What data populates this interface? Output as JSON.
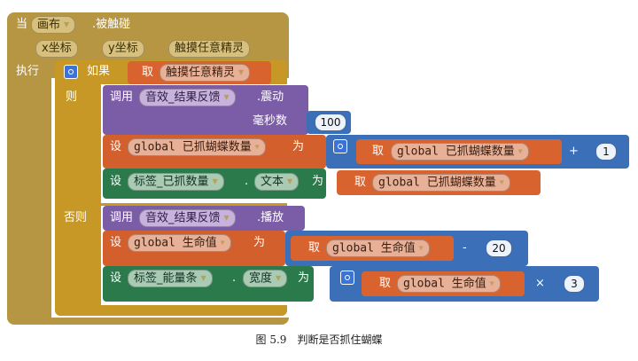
{
  "event": {
    "prefix": "当",
    "component": "画布",
    "suffix": ".被触碰",
    "params": [
      "x坐标",
      "y坐标",
      "触摸任意精灵"
    ],
    "do_label": "执行"
  },
  "if_block": {
    "if_label": "如果",
    "then_label": "则",
    "else_label": "否则"
  },
  "condition": {
    "get_label": "取",
    "var": "触摸任意精灵"
  },
  "vibrate": {
    "call_label": "调用",
    "component": "音效_结果反馈",
    "method": ".震动",
    "arg_label": "毫秒数",
    "arg_value": "100"
  },
  "set_count": {
    "set_label": "设",
    "var": "global 已抓蝴蝶数量",
    "to_label": "为",
    "get_label": "取",
    "get_var": "global 已抓蝴蝶数量",
    "op": "+",
    "value": "1"
  },
  "set_label_text": {
    "set_label": "设",
    "component": "标签_已抓数量",
    "dot": ".",
    "prop": "文本",
    "to_label": "为",
    "get_label": "取",
    "get_var": "global 已抓蝴蝶数量"
  },
  "play_sound": {
    "call_label": "调用",
    "component": "音效_结果反馈",
    "method": ".播放"
  },
  "set_life": {
    "set_label": "设",
    "var": "global 生命值",
    "to_label": "为",
    "get_label": "取",
    "get_var": "global 生命值",
    "op": "-",
    "value": "20"
  },
  "set_width": {
    "set_label": "设",
    "component": "标签_能量条",
    "dot": ".",
    "prop": "宽度",
    "to_label": "为",
    "get_label": "取",
    "get_var": "global 生命值",
    "op": "×",
    "value": "3"
  },
  "caption": "图 5.9　判断是否抓住蝴蝶",
  "colors": {
    "event": "#b69642",
    "control": "#c89827",
    "get": "#d8632f",
    "procedure": "#7b5ca6",
    "set": "#d25f2c",
    "math": "#3b6fb8",
    "component": "#2b7a4b"
  }
}
